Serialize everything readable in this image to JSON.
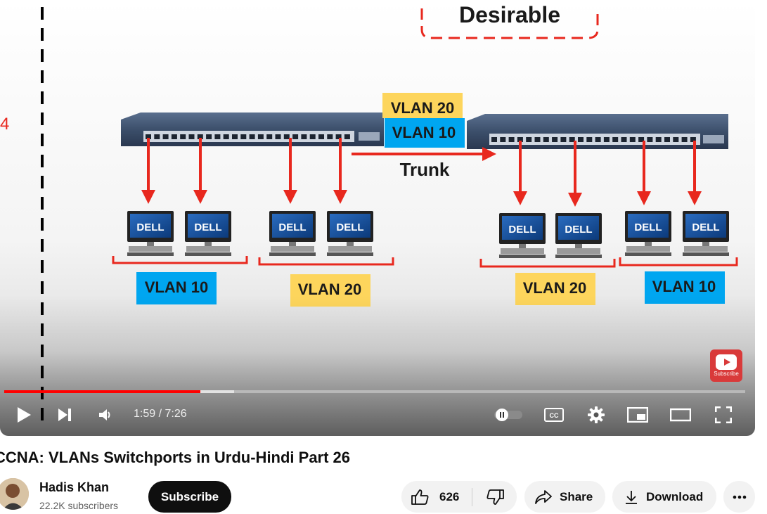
{
  "video": {
    "slide": {
      "mode_label": "Desirable",
      "edge_char": "4",
      "trunk_vlans": [
        "VLAN 20",
        "VLAN 10"
      ],
      "trunk_label": "Trunk",
      "pc_brand": "DELL",
      "group_labels": [
        "VLAN 10",
        "VLAN 20",
        "VLAN 20",
        "VLAN 10"
      ]
    },
    "watermark_label": "Subscribe"
  },
  "player": {
    "time_display": "1:59 / 7:26",
    "progress_played_fraction": 0.265,
    "progress_buffered_fraction": 0.31
  },
  "meta": {
    "title": "CCNA: VLANs Switchports in Urdu-Hindi Part 26",
    "channel_name": "Hadis Khan",
    "subscribers": "22.2K subscribers",
    "subscribe_label": "Subscribe",
    "like_count": "626",
    "share_label": "Share",
    "download_label": "Download"
  },
  "colors": {
    "progress_red": "#ff0000",
    "vlan_yellow": "#fdd55c",
    "vlan_blue": "#00a6f0",
    "arrow_red": "#e8281e"
  }
}
